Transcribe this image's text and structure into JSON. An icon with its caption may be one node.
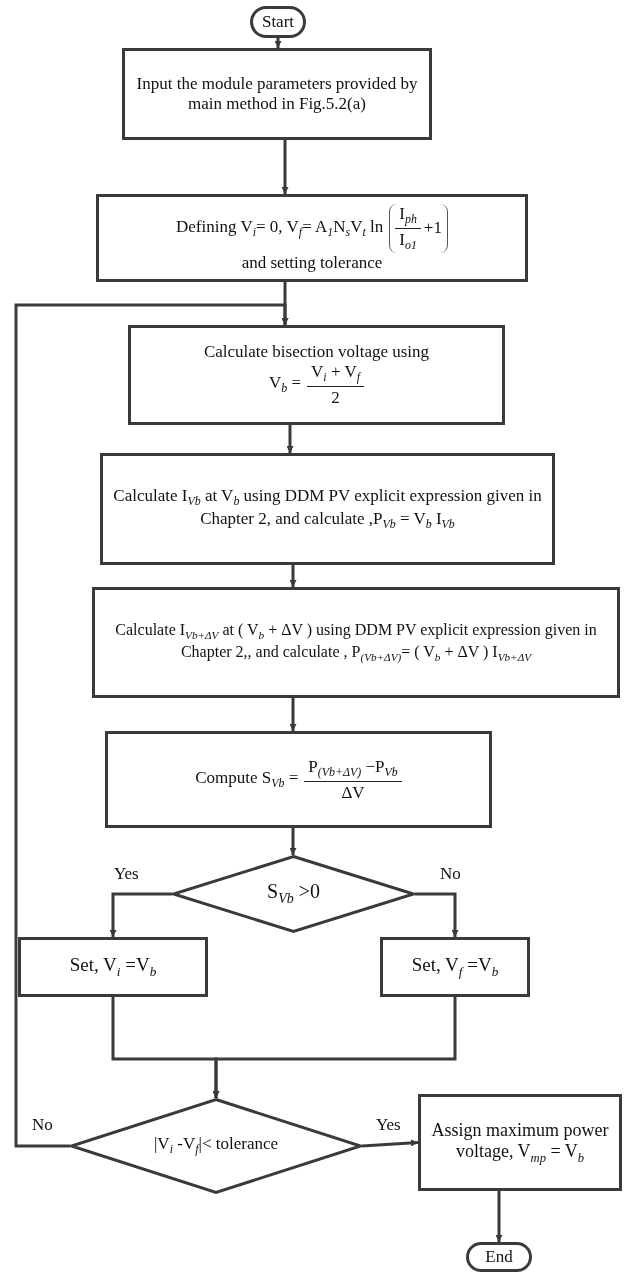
{
  "diagram": {
    "nodes": [
      {
        "text": [
          "Start"
        ]
      },
      {
        "text": [
          "Input the module parameters provided by main method in Fig.5.2(a)"
        ]
      },
      {
        "text": [
          "Defining V$_{i}$= 0, V$_{f}$= A$_{1}$N$_{s}$V$_{t}$ ln",
          "I$_{ph}$",
          "I$_{o1}$",
          "+1",
          "and setting tolerance"
        ]
      },
      {
        "text": [
          "Calculate bisection voltage using",
          "V$_{b}$ =",
          "V$_{i}$ + V$_{f}$",
          "2"
        ]
      },
      {
        "text": [
          "Calculate I$_{Vb}$ at V$_{b}$ using DDM PV explicit expression given in Chapter 2, and calculate ,P$_{Vb}$ = V$_{b}$ I$_{Vb}$"
        ]
      },
      {
        "text": [
          "Calculate I$_{Vb+ΔV}$ at ( V$_{b}$ + ΔV ) using DDM PV explicit expression given in Chapter 2,, and calculate , P$_{(Vb+ΔV)}$= ( V$_{b}$ + ΔV ) I$_{Vb+ΔV}$"
        ]
      },
      {
        "text": [
          "Compute S$_{Vb}$ =",
          "P$_{(Vb+ΔV)}$ −P$_{Vb}$",
          "ΔV"
        ]
      },
      {
        "text": [
          "S$_{Vb}$ >0"
        ]
      },
      {
        "text": [
          "Set, V$_{i}$ =V$_{b}$"
        ]
      },
      {
        "text": [
          "Set, V$_{f}$ =V$_{b}$"
        ]
      },
      {
        "text": [
          "|V$_{i}$ -V$_{f}$|< tolerance"
        ]
      },
      {
        "text": [
          "Assign maximum power voltage, V$_{mp}$ = V$_{b}$"
        ]
      },
      {
        "text": [
          "End"
        ]
      }
    ],
    "edges": [
      {
        "from": 0,
        "to": 1,
        "arrow": "to"
      },
      {
        "from": 1,
        "to": 2,
        "arrow": "to"
      },
      {
        "from": 2,
        "to": 3,
        "arrow": "to"
      },
      {
        "from": 3,
        "to": 4,
        "arrow": "to"
      },
      {
        "from": 4,
        "to": 5,
        "arrow": "to"
      },
      {
        "from": 5,
        "to": 6,
        "arrow": "to"
      },
      {
        "from": 6,
        "to": 7,
        "arrow": "to"
      },
      {
        "from": 7,
        "to": 8,
        "arrow": "to",
        "label": "Yes"
      },
      {
        "from": 7,
        "to": 9,
        "arrow": "to",
        "label": "No"
      },
      {
        "from": 8,
        "to": 10,
        "arrow": "to"
      },
      {
        "from": 9,
        "to": 10,
        "arrow": "to"
      },
      {
        "from": 10,
        "to": 11,
        "arrow": "to",
        "label": "Yes"
      },
      {
        "from": 10,
        "to": 3,
        "arrow": "to",
        "label": "No"
      },
      {
        "from": 11,
        "to": 12,
        "arrow": "to"
      }
    ]
  }
}
